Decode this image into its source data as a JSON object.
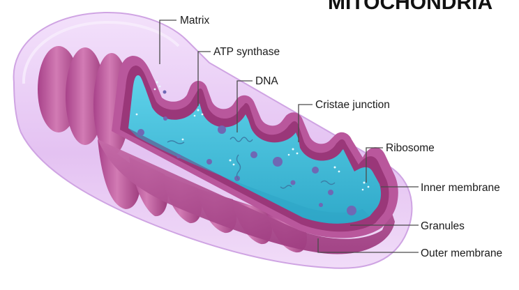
{
  "title": "MITOCHONDRIA",
  "labels": {
    "matrix": "Matrix",
    "atp_synthase": "ATP synthase",
    "dna": "DNA",
    "cristae_junction": "Cristae junction",
    "ribosome": "Ribosome",
    "inner_membrane": "Inner membrane",
    "granules": "Granules",
    "outer_membrane": "Outer membrane"
  },
  "colors": {
    "outer_membrane": "#e7c8f3",
    "outer_membrane_edge": "#c99ade",
    "intermembrane_space": "#b8569a",
    "inner_membrane": "#9c3a7c",
    "matrix": "#45c3df",
    "granule": "#6f68b4",
    "leader_line": "#4a4a4a"
  }
}
